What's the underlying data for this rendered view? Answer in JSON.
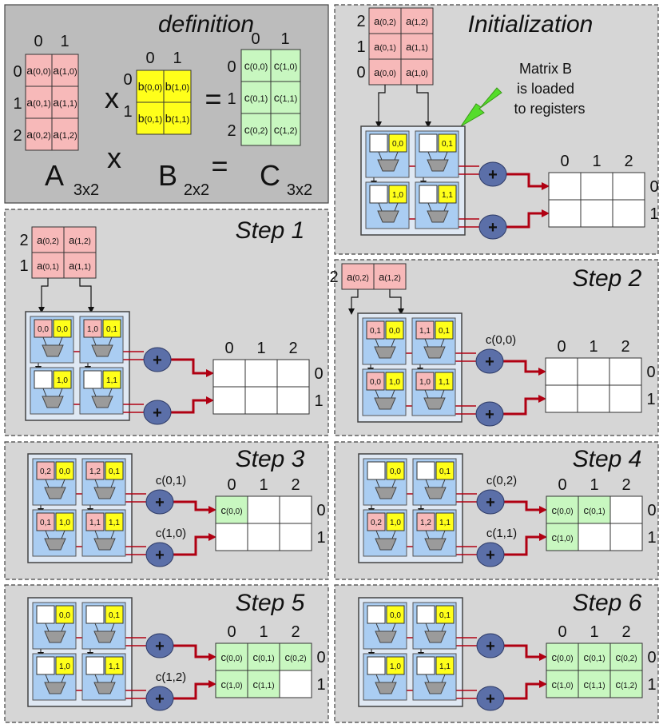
{
  "colors": {
    "panel": "#d6d6d6",
    "definition_panel": "#bcbcbc",
    "matrix_a": "#f7b9b9",
    "matrix_b": "#ffff1a",
    "matrix_c": "#c8f7c0",
    "pe_fill": "#aacdf2",
    "adder": "#5b6fa8",
    "wire": "#b00012",
    "arrow_green": "#55dd2a"
  },
  "definition": {
    "title": "definition",
    "eq_a": "A",
    "eq_a_sub": "3x2",
    "eq_b": "B",
    "eq_b_sub": "2x2",
    "eq_c": "C",
    "eq_c_sub": "3x2",
    "times": "x",
    "equals": "=",
    "col_labels": [
      "0",
      "1"
    ],
    "row_labels": [
      "0",
      "1",
      "2"
    ],
    "b_row_labels": [
      "0",
      "1"
    ],
    "matrix_a": [
      [
        "a(0,0)",
        "a(1,0)"
      ],
      [
        "a(0,1)",
        "a(1,1)"
      ],
      [
        "a(0,2)",
        "a(1,2)"
      ]
    ],
    "matrix_b": [
      [
        "b(0,0)",
        "b(1,0)"
      ],
      [
        "b(0,1)",
        "b(1,1)"
      ]
    ],
    "matrix_c": [
      [
        "c(0,0)",
        "c(1,0)"
      ],
      [
        "c(0,1)",
        "c(1,1)"
      ],
      [
        "c(0,2)",
        "c(1,2)"
      ]
    ]
  },
  "steps": {
    "init": {
      "title": "Initialization",
      "note_lines": [
        "Matrix B",
        "is loaded",
        "to registers"
      ],
      "feed_rows": [
        [
          "a(0,2)",
          "a(1,2)"
        ],
        [
          "a(0,1)",
          "a(1,1)"
        ],
        [
          "a(0,0)",
          "a(1,0)"
        ]
      ],
      "feed_labels": [
        "2",
        "1",
        "0"
      ],
      "pe_a": [
        "",
        "",
        "",
        ""
      ],
      "pe_b": [
        "0,0",
        "0,1",
        "1,0",
        "1,1"
      ],
      "sum_labels": [
        "",
        ""
      ],
      "out": [
        [
          "",
          "",
          ""
        ],
        [
          "",
          "",
          ""
        ]
      ]
    },
    "s1": {
      "title": "Step 1",
      "feed_rows": [
        [
          "a(0,2)",
          "a(1,2)"
        ],
        [
          "a(0,1)",
          "a(1,1)"
        ]
      ],
      "feed_labels": [
        "2",
        "1"
      ],
      "pe_a": [
        "0,0",
        "1,0",
        "",
        ""
      ],
      "pe_b": [
        "0,0",
        "0,1",
        "1,0",
        "1,1"
      ],
      "sum_labels": [
        "",
        ""
      ],
      "out": [
        [
          "",
          "",
          ""
        ],
        [
          "",
          "",
          ""
        ]
      ]
    },
    "s2": {
      "title": "Step 2",
      "feed_rows": [
        [
          "a(0,2)",
          "a(1,2)"
        ]
      ],
      "feed_labels": [
        "2"
      ],
      "pe_a": [
        "0,1",
        "1,1",
        "0,0",
        "1,0"
      ],
      "pe_b": [
        "0,0",
        "0,1",
        "1,0",
        "1,1"
      ],
      "sum_labels": [
        "c(0,0)",
        ""
      ],
      "out": [
        [
          "",
          "",
          ""
        ],
        [
          "",
          "",
          ""
        ]
      ]
    },
    "s3": {
      "title": "Step 3",
      "pe_a": [
        "0,2",
        "1,2",
        "0,1",
        "1,1"
      ],
      "pe_b": [
        "0,0",
        "0,1",
        "1,0",
        "1,1"
      ],
      "sum_labels": [
        "c(0,1)",
        "c(1,0)"
      ],
      "out": [
        [
          "c(0,0)",
          "",
          ""
        ],
        [
          "",
          "",
          ""
        ]
      ]
    },
    "s4": {
      "title": "Step 4",
      "pe_a": [
        "",
        "",
        "0,2",
        "1,2"
      ],
      "pe_b": [
        "0,0",
        "0,1",
        "1,0",
        "1,1"
      ],
      "sum_labels": [
        "c(0,2)",
        "c(1,1)"
      ],
      "out": [
        [
          "c(0,0)",
          "c(0,1)",
          ""
        ],
        [
          "c(1,0)",
          "",
          ""
        ]
      ]
    },
    "s5": {
      "title": "Step 5",
      "pe_a": [
        "",
        "",
        "",
        ""
      ],
      "pe_b": [
        "0,0",
        "0,1",
        "1,0",
        "1,1"
      ],
      "sum_labels": [
        "",
        "c(1,2)"
      ],
      "out": [
        [
          "c(0,0)",
          "c(0,1)",
          "c(0,2)"
        ],
        [
          "c(1,0)",
          "c(1,1)",
          ""
        ]
      ]
    },
    "s6": {
      "title": "Step 6",
      "pe_a": [
        "",
        "",
        "",
        ""
      ],
      "pe_b": [
        "0,0",
        "0,1",
        "1,0",
        "1,1"
      ],
      "sum_labels": [
        "",
        ""
      ],
      "out": [
        [
          "c(0,0)",
          "c(0,1)",
          "c(0,2)"
        ],
        [
          "c(1,0)",
          "c(1,1)",
          "c(1,2)"
        ]
      ]
    }
  },
  "out_col_labels": [
    "0",
    "1",
    "2"
  ],
  "out_row_labels": [
    "0",
    "1"
  ],
  "adder_symbol": "+"
}
